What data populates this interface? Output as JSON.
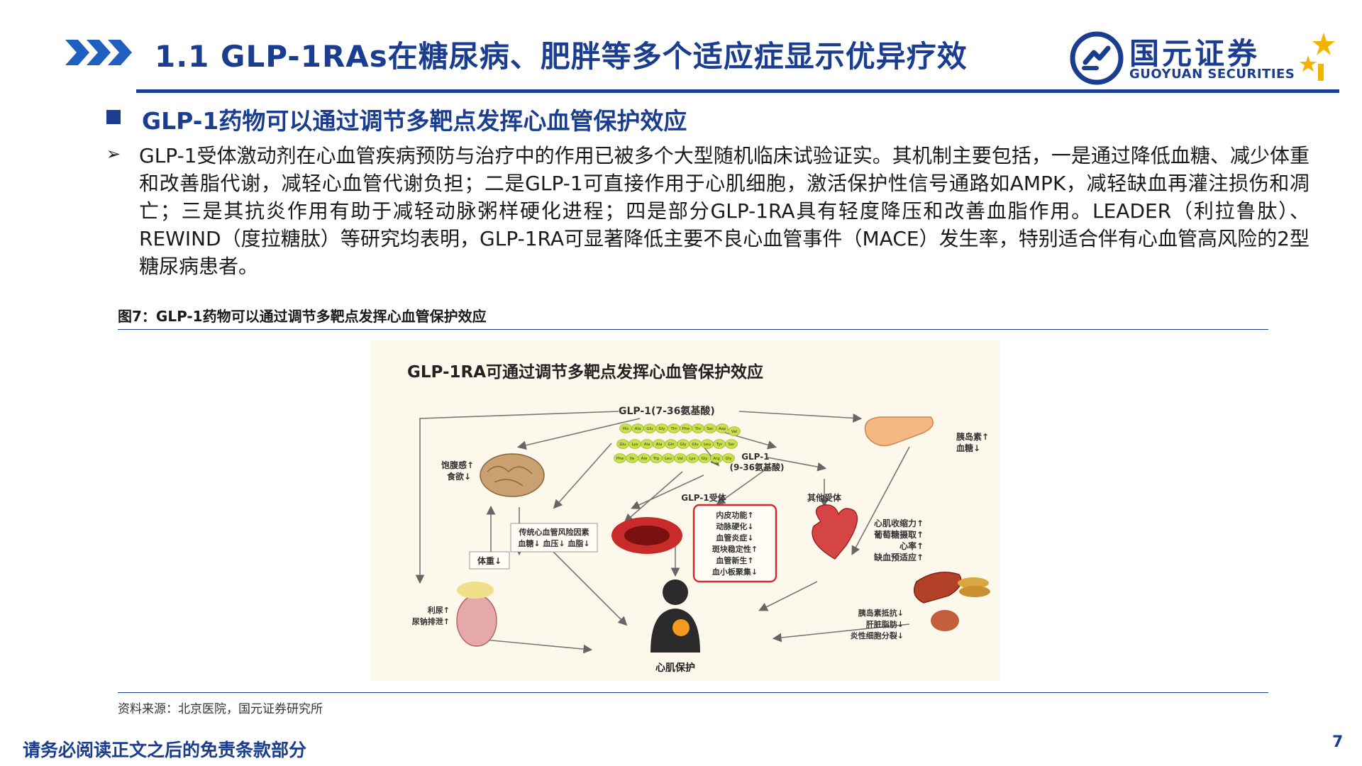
{
  "header": {
    "title": "1.1 GLP-1RAs在糖尿病、肥胖等多个适应症显示优异疗效",
    "logo_cn": "国元证券",
    "logo_en": "GUOYUAN SECURITIES"
  },
  "section": {
    "heading": "GLP-1药物可以通过调节多靶点发挥心血管保护效应",
    "paragraph": "GLP-1受体激动剂在心血管疾病预防与治疗中的作用已被多个大型随机临床试验证实。其机制主要包括，一是通过降低血糖、减少体重和改善脂代谢，减轻心血管代谢负担；二是GLP-1可直接作用于心肌细胞，激活保护性信号通路如AMPK，减轻缺血再灌注损伤和凋亡；三是其抗炎作用有助于减轻动脉粥样硬化进程；四是部分GLP-1RA具有轻度降压和改善血脂作用。LEADER（利拉鲁肽）、REWIND（度拉糖肽）等研究均表明，GLP-1RA可显著降低主要不良心血管事件（MACE）发生率，特别适合伴有心血管高风险的2型糖尿病患者。"
  },
  "figure": {
    "caption": "图7：GLP-1药物可以通过调节多靶点发挥心血管保护效应",
    "title": "GLP-1RA可通过调节多靶点发挥心血管保护效应",
    "glp1_label": "GLP-1(7-36氨基酸)",
    "glp1_metabolite": "GLP-1\n(9-36氨基酸)",
    "peptide_row1": [
      "His",
      "Ala",
      "Glu",
      "Gly",
      "Thr",
      "Phe",
      "Thr",
      "Ser",
      "Asp",
      "Val"
    ],
    "peptide_row2": [
      "Glu",
      "Lys",
      "Ala",
      "Ala",
      "Gln",
      "Gly",
      "Glu",
      "Leu",
      "Tyr",
      "Ser"
    ],
    "peptide_row3": [
      "Phe",
      "Ile",
      "Ala",
      "Trp",
      "Leu",
      "Val",
      "Lys",
      "Gly",
      "Arg",
      "Gly"
    ],
    "pancreas_label": "胰岛素↑\n血糖↓",
    "brain_label": "饱腹感↑\n食欲↓",
    "receptor_label": "GLP-1受体",
    "other_receptor_label": "其他受体",
    "risk_factor_label": "传统心血管风险因素\n血糖↓ 血压↓ 血脂↓",
    "weight_label": "体重↓",
    "vascular_effects": "内皮功能↑\n动脉硬化↓\n血管炎症↓\n斑块稳定性↑\n血管新生↑\n血小板聚集↓",
    "heart_effects": "心肌收缩力↑\n葡萄糖摄取↑\n心率↑\n缺血预适应↑",
    "kidney_label": "利尿↑\n尿钠排泄↑",
    "liver_label": "胰岛素抵抗↓\n肝脏脂肪↓\n炎性细胞分裂↓",
    "outcome_label": "心肌保护"
  },
  "footer": {
    "source": "资料来源：北京医院，国元证券研究所",
    "disclaimer": "请务必阅读正文之后的免责条款部分",
    "page_number": "7"
  },
  "colors": {
    "brand_blue": "#1a3d8f",
    "chevron_blue": "#1f5fbf",
    "logo_gold": "#f2b400",
    "peptide_green": "#c8e04a",
    "highlight_red": "#d42a2a"
  }
}
